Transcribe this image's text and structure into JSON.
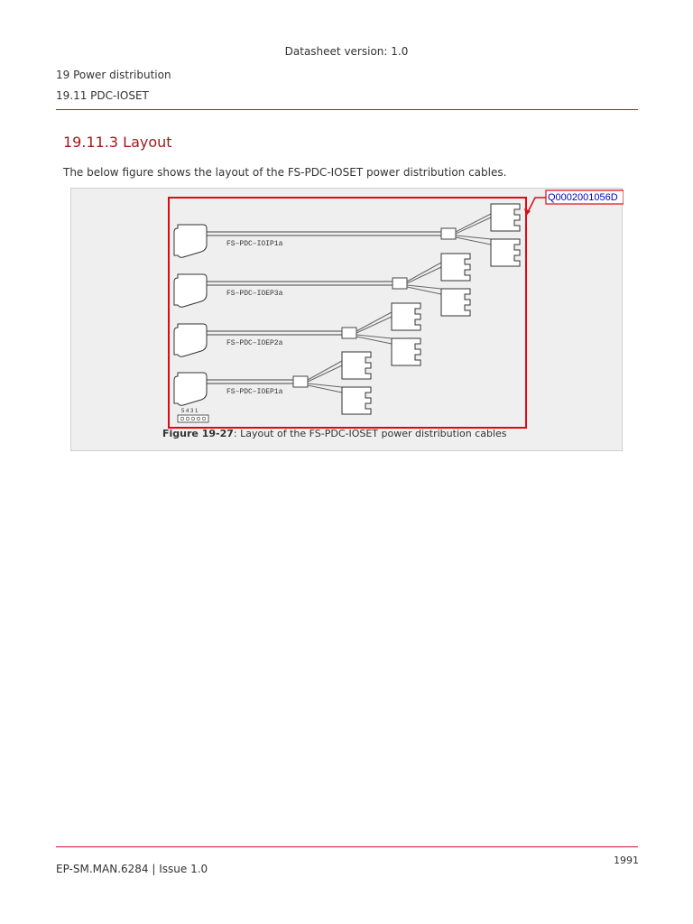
{
  "header": {
    "version": "Datasheet version: 1.0",
    "section_level1": "19 Power distribution",
    "section_level2": "19.11  PDC-IOSET"
  },
  "main": {
    "heading": "19.11.3  Layout",
    "intro": "The below figure shows the layout of the FS-PDC-IOSET power distribution cables."
  },
  "figure": {
    "reference_id": "Q0002001056D",
    "cables": [
      {
        "label": "FS–PDC–IOIP1a"
      },
      {
        "label": "FS–PDC–IOEP3a"
      },
      {
        "label": "FS–PDC–IOEP2a"
      },
      {
        "label": "FS–PDC–IOEP1a"
      }
    ],
    "pin_numbers": "5 4 3   1",
    "caption_prefix": "Figure 19-27",
    "caption_text": ": Layout of the FS-PDC-IOSET power distribution cables",
    "colors": {
      "highlight_red": "#e30613",
      "reference_blue": "#0000cc"
    }
  },
  "footer": {
    "page_number": "1991",
    "doc_id": "EP-SM.MAN.6284 | Issue 1.0"
  }
}
